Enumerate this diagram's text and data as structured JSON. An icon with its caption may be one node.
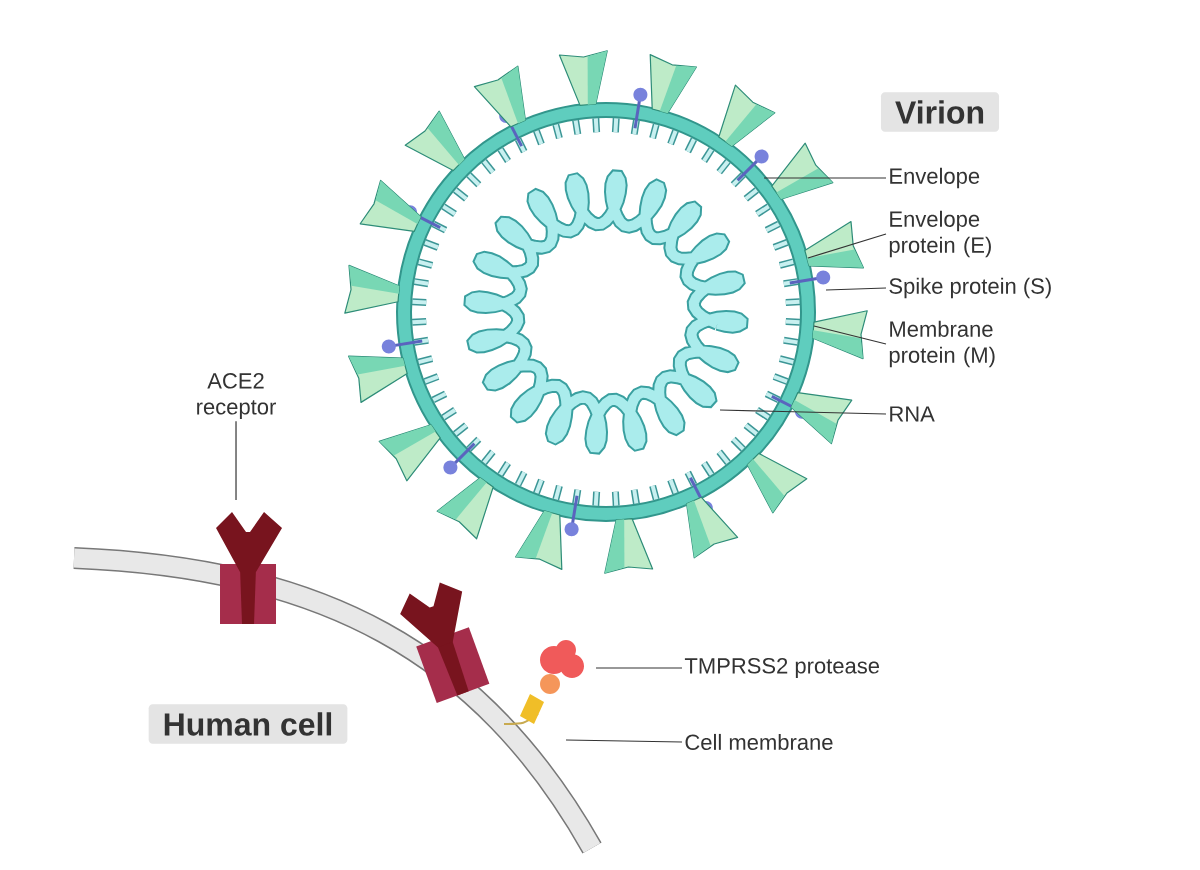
{
  "diagram": {
    "nodes": [
      {
        "text": [
          "Virion"
        ]
      },
      {
        "text": [
          "Envelope"
        ]
      },
      {
        "text": [
          "Envelope protein (E)"
        ]
      },
      {
        "text": [
          "Spike protein (S)"
        ]
      },
      {
        "text": [
          "Membrane protein (M)"
        ]
      },
      {
        "text": [
          "RNA"
        ]
      },
      {
        "text": [
          "ACE2 receptor"
        ]
      },
      {
        "text": [
          "TMPRSS2 protease"
        ]
      },
      {
        "text": [
          "Cell membrane"
        ]
      },
      {
        "text": [
          "Human cell"
        ]
      }
    ],
    "edges": [
      {
        "from": 1,
        "to": null,
        "arrow": "none"
      },
      {
        "from": 2,
        "to": null,
        "arrow": "none"
      },
      {
        "from": 3,
        "to": null,
        "arrow": "none"
      },
      {
        "from": 4,
        "to": null,
        "arrow": "none"
      },
      {
        "from": 5,
        "to": null,
        "arrow": "none"
      },
      {
        "from": 6,
        "to": null,
        "arrow": "none"
      },
      {
        "from": 7,
        "to": null,
        "arrow": "none"
      },
      {
        "from": 8,
        "to": null,
        "arrow": "none"
      }
    ]
  }
}
